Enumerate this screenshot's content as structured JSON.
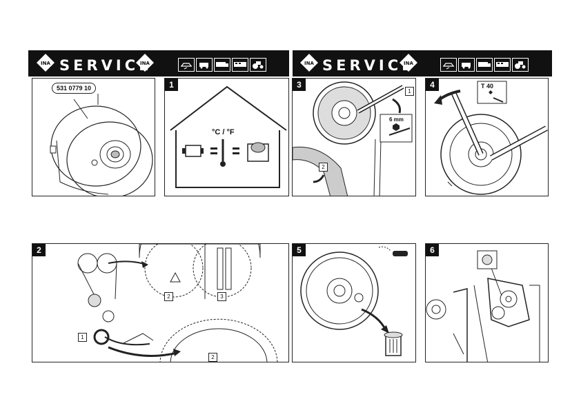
{
  "header": {
    "title_left": "SERVICE",
    "title_right": "SERVICE",
    "logo_text": "INA",
    "vehicle_icons": [
      "car-icon",
      "van-icon",
      "truck-icon",
      "bus-icon",
      "tractor-icon"
    ]
  },
  "panels": {
    "product": {
      "part_number": "531 0779 10"
    },
    "step1": {
      "number": "1",
      "temperature_label": "°C / °F",
      "equals": "="
    },
    "step3": {
      "number": "3",
      "callout_1": "1",
      "callout_2": "2",
      "tool_size": "6 mm"
    },
    "step4": {
      "number": "4",
      "tool_label": "T 40"
    },
    "step2": {
      "number": "2",
      "callout_1": "1",
      "callout_2a": "2",
      "callout_2b": "2",
      "callout_3": "3"
    },
    "step5": {
      "number": "5"
    },
    "step6": {
      "number": "6"
    }
  },
  "colors": {
    "banner": "#111111",
    "ink": "#222222",
    "shade": "#bbbbbb"
  }
}
